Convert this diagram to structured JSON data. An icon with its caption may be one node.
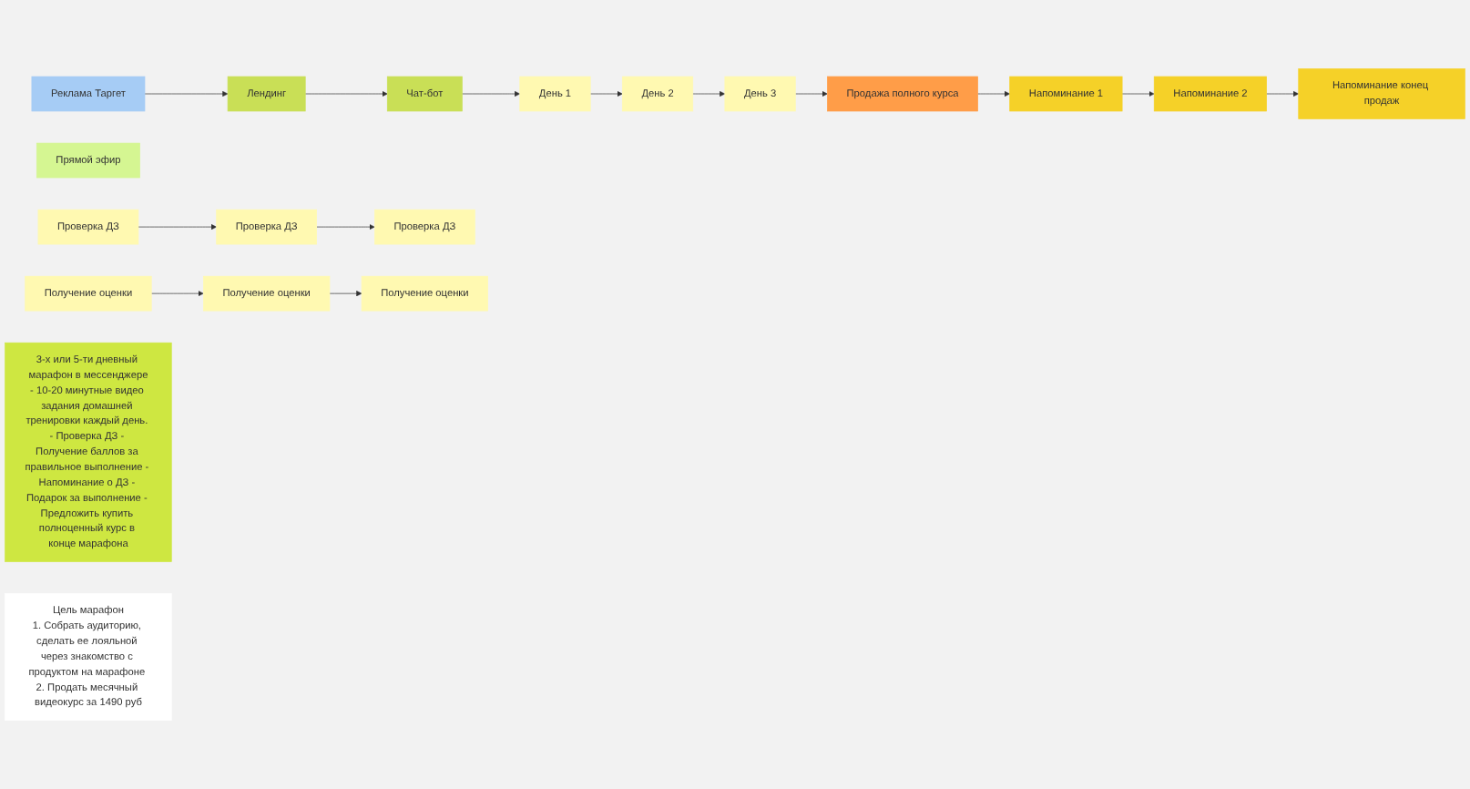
{
  "diagram": {
    "nodes": [
      {
        "text": [
          "Реклама Таргет"
        ]
      },
      {
        "text": [
          "Лендинг"
        ]
      },
      {
        "text": [
          "Чат-бот"
        ]
      },
      {
        "text": [
          "День 1"
        ]
      },
      {
        "text": [
          "День 2"
        ]
      },
      {
        "text": [
          "День 3"
        ]
      },
      {
        "text": [
          "Продажа полного курса"
        ]
      },
      {
        "text": [
          "Напоминание 1"
        ]
      },
      {
        "text": [
          "Напоминание 2"
        ]
      },
      {
        "text": [
          "Напоминание конец продаж"
        ]
      },
      {
        "text": [
          "Прямой эфир"
        ]
      },
      {
        "text": [
          "Проверка ДЗ"
        ]
      },
      {
        "text": [
          "Проверка ДЗ"
        ]
      },
      {
        "text": [
          "Проверка ДЗ"
        ]
      },
      {
        "text": [
          "Получение оценки"
        ]
      },
      {
        "text": [
          "Получение оценки"
        ]
      },
      {
        "text": [
          "Получение оценки"
        ]
      },
      {
        "text": [
          "3-х или 5-ти дневный марафон в мессенджере",
          "- 10-20 минутные видео задания домашней тренировки каждый день. - Проверка ДЗ - Получение баллов за правильное выполнение - Напоминание о ДЗ - Подарок за выполнение - Предложить купить полноценный курс в конце марафона"
        ]
      },
      {
        "text": [
          "Цель марафон",
          "1. Собрать аудиторию, сделать ее лояльной через знакомство с продуктом на марафоне 2. Продать месячный видеокурс за 1490 руб"
        ]
      }
    ],
    "edges": [
      {
        "from": 0,
        "to": 1,
        "arrow": "to"
      },
      {
        "from": 1,
        "to": 2,
        "arrow": "to"
      },
      {
        "from": 2,
        "to": 3,
        "arrow": "to"
      },
      {
        "from": 3,
        "to": 4,
        "arrow": "to"
      },
      {
        "from": 4,
        "to": 5,
        "arrow": "to"
      },
      {
        "from": 5,
        "to": 6,
        "arrow": "to"
      },
      {
        "from": 6,
        "to": 7,
        "arrow": "to"
      },
      {
        "from": 7,
        "to": 8,
        "arrow": "to"
      },
      {
        "from": 8,
        "to": 9,
        "arrow": "to"
      },
      {
        "from": 11,
        "to": 12,
        "arrow": "to"
      },
      {
        "from": 12,
        "to": 13,
        "arrow": "to"
      },
      {
        "from": 14,
        "to": 15,
        "arrow": "to"
      },
      {
        "from": 15,
        "to": 16,
        "arrow": "to"
      }
    ]
  }
}
